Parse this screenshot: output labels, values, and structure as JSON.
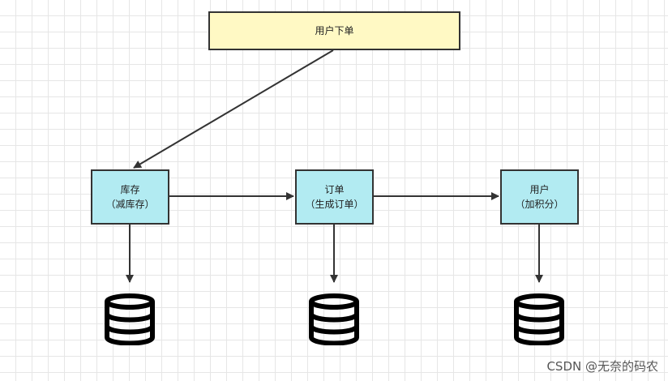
{
  "diagram": {
    "top_node": {
      "label": "用户下单"
    },
    "nodes": [
      {
        "id": "inventory",
        "line1": "库存",
        "line2": "（减库存）"
      },
      {
        "id": "order",
        "line1": "订单",
        "line2": "（生成订单）"
      },
      {
        "id": "user",
        "line1": "用户",
        "line2": "（加积分）"
      }
    ],
    "databases": [
      {
        "id": "inventory-db",
        "icon": "database-icon"
      },
      {
        "id": "order-db",
        "icon": "database-icon"
      },
      {
        "id": "user-db",
        "icon": "database-icon"
      }
    ],
    "colors": {
      "top_node_fill": "#fff9c4",
      "service_node_fill": "#b2ebf2",
      "stroke": "#333333",
      "database": "#000000"
    }
  },
  "watermark": "CSDN @无奈的码农"
}
